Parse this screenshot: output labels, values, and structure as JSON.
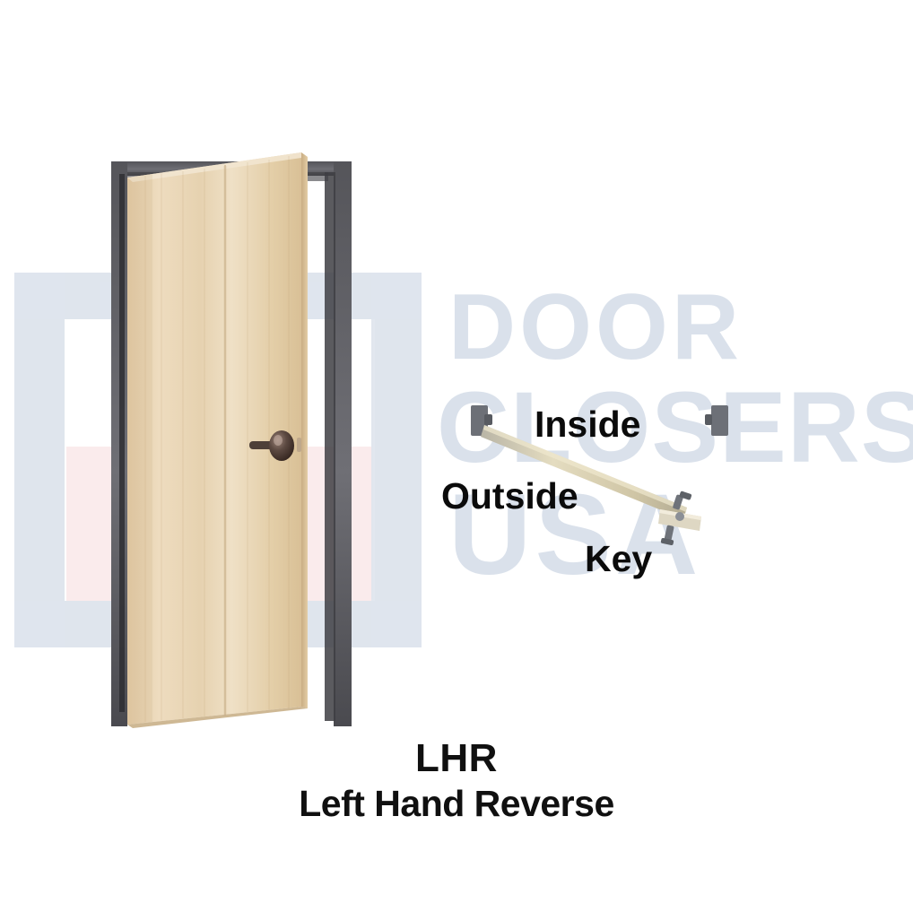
{
  "diagram": {
    "title_code": "LHR",
    "title_name": "Left Hand Reverse",
    "type": "door-handing-diagram",
    "door_state": "open toward viewer",
    "hinge_side": "left",
    "colors": {
      "door_wood_light": "#e8d3b4",
      "door_wood_shadow": "#d9a98c",
      "frame_dark": "#4c4c51",
      "frame_mid": "#7b7b80",
      "knob_dark": "#4a3b35",
      "watermark_blue": "#ccd6e4",
      "watermark_pink": "#f8dfe1",
      "rod_tan": "#d9cfae",
      "label_black": "#0b0b0b"
    }
  },
  "callouts": {
    "inside": "Inside",
    "outside": "Outside",
    "key": "Key"
  },
  "watermark": {
    "line1": "DOOR",
    "line2": "CLOSERS",
    "line3": "USA",
    "logo_name": "u-bracket-logo"
  },
  "hardware": {
    "top_pivot_name": "top-pivot-bracket",
    "right_pivot_name": "right-pivot-bracket",
    "rod_name": "diagonal-rod",
    "key_cylinder_name": "key-cylinder",
    "knob_name": "door-knob"
  }
}
